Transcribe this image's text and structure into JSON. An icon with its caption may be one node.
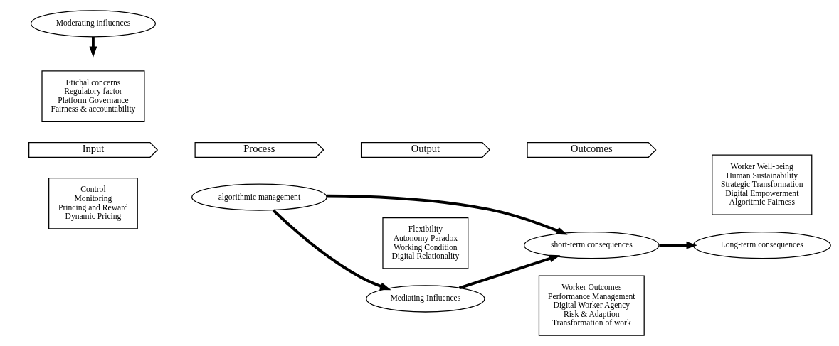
{
  "diagram": {
    "nodes": [
      {
        "text": [
          "Input"
        ]
      },
      {
        "text": [
          "Process"
        ]
      },
      {
        "text": [
          "Output"
        ]
      },
      {
        "text": [
          "Outcomes"
        ]
      },
      {
        "text": [
          "Control",
          "Monitoring",
          "Princing and Reward",
          "Dynamic Pricing"
        ]
      },
      {
        "text": [
          "algorithmic management"
        ]
      },
      {
        "text": [
          "Flexibility",
          "Autonomy Paradox",
          "Working Condition",
          "Digital Relationality"
        ]
      },
      {
        "text": [
          "Mediating Influences"
        ]
      },
      {
        "text": [
          "short-term consequences"
        ]
      },
      {
        "text": [
          "Worker Outcomes",
          "Performance Management",
          "Digital Worker Agency",
          "Risk & Adaption",
          "Transformation of work"
        ]
      },
      {
        "text": [
          "Long-term consequences"
        ]
      },
      {
        "text": [
          "Worker Well-being",
          "Human Sustainability",
          "Strategic Transformation",
          "Digital Empowerment",
          "Algoritmic Fairness"
        ]
      },
      {
        "text": [
          "Moderating influences"
        ]
      },
      {
        "text": [
          "Etichal concerns",
          "Regulatory factor",
          "Platform Governance",
          "Fairness & accountability"
        ]
      }
    ],
    "edges": [
      {
        "from": 5,
        "to": 7,
        "arrow": "to"
      },
      {
        "from": 5,
        "to": 8,
        "arrow": "to"
      },
      {
        "from": 7,
        "to": 8,
        "arrow": "to"
      },
      {
        "from": 8,
        "to": 10,
        "arrow": "to"
      },
      {
        "from": 12,
        "to": null,
        "arrow": "to"
      }
    ]
  }
}
